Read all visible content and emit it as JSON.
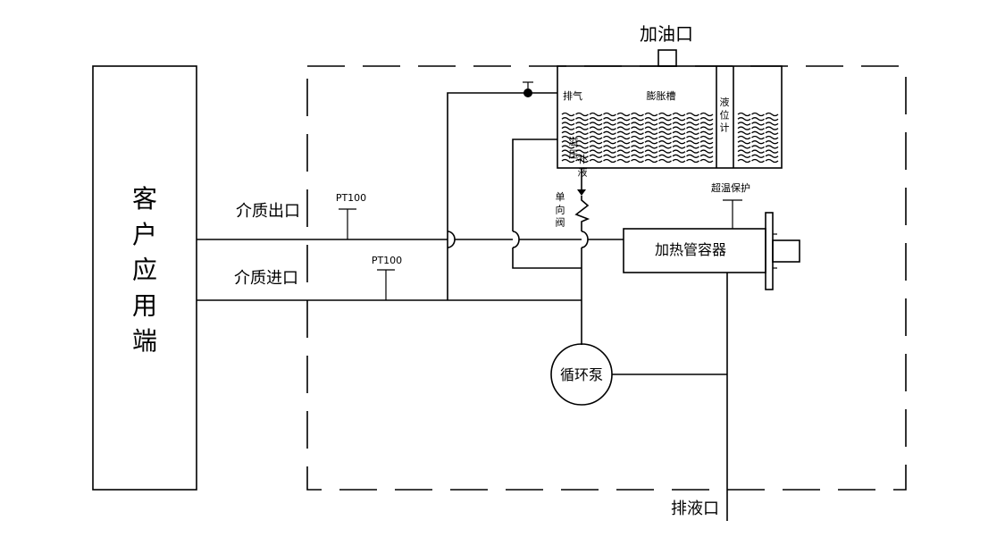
{
  "client_label": "客户应用端",
  "oil_inlet": "加油口",
  "outlet_label": "介质出口",
  "inlet_label": "介质进口",
  "pt100_top": "PT100",
  "pt100_bottom": "PT100",
  "vent": "排气",
  "expansion_tank": "膨胀槽",
  "level_gauge": "液位计",
  "pressure_supply": "溢压补液",
  "check_valve": "单向阀",
  "overtemp": "超温保护",
  "heater": "加热管容器",
  "pump": "循环泵",
  "drain": "排液口"
}
